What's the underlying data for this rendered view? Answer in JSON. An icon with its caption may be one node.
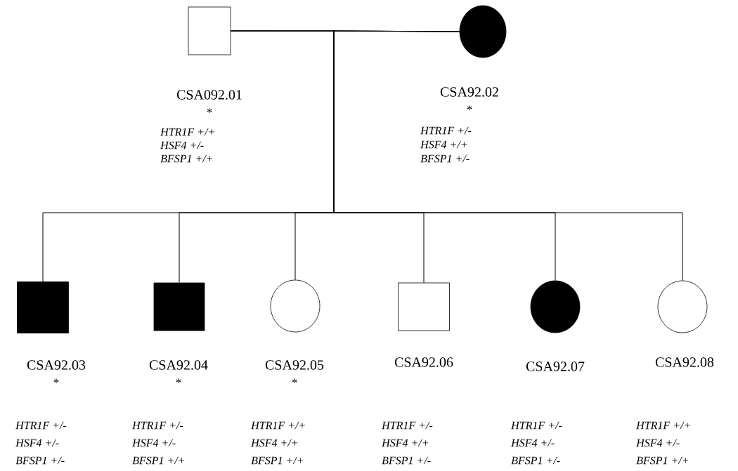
{
  "diagram": {
    "nodes": [
      {
        "text": [],
        "shape": "box",
        "beside": [
          "CSA092.01",
          "*",
          "HTR1F +/+",
          "HSF4 +/-",
          "BFSP1 +/+"
        ]
      },
      {
        "text": [],
        "shape": "circle",
        "beside": [
          "CSA92.02",
          "*",
          "HTR1F +/-",
          "HSF4 +/+",
          "BFSP1 +/-"
        ]
      },
      {
        "text": [],
        "shape": "box",
        "beside": [
          "CSA92.03",
          "*",
          "HTR1F +/-",
          "HSF4 +/-",
          "BFSP1 +/-"
        ]
      },
      {
        "text": [],
        "shape": "box",
        "beside": [
          "CSA92.04",
          "*",
          "HTR1F +/-",
          "HSF4 +/-",
          "BFSP1 +/+"
        ]
      },
      {
        "text": [],
        "shape": "circle",
        "beside": [
          "CSA92.05",
          "*",
          "HTR1F +/+",
          "HSF4 +/+",
          "BFSP1 +/+"
        ]
      },
      {
        "text": [],
        "shape": "box",
        "beside": [
          "CSA92.06",
          "HTR1F +/-",
          "HSF4 +/+",
          "BFSP1 +/-"
        ]
      },
      {
        "text": [],
        "shape": "circle",
        "beside": [
          "CSA92.07",
          "HTR1F +/-",
          "HSF4 +/-",
          "BFSP1 +/-"
        ]
      },
      {
        "text": [],
        "shape": "circle",
        "beside": [
          "CSA92.08",
          "HTR1F +/+",
          "HSF4 +/-",
          "BFSP1 +/+"
        ]
      }
    ],
    "edges": [
      {
        "from": 0,
        "to": 1,
        "arrow": "none"
      },
      {
        "from": 0,
        "to": 2,
        "arrow": "none"
      },
      {
        "from": 1,
        "to": 2,
        "arrow": "none"
      },
      {
        "from": 0,
        "to": 3,
        "arrow": "none"
      },
      {
        "from": 1,
        "to": 3,
        "arrow": "none"
      },
      {
        "from": 0,
        "to": 4,
        "arrow": "none"
      },
      {
        "from": 1,
        "to": 4,
        "arrow": "none"
      },
      {
        "from": 0,
        "to": 5,
        "arrow": "none"
      },
      {
        "from": 1,
        "to": 5,
        "arrow": "none"
      },
      {
        "from": 0,
        "to": 6,
        "arrow": "none"
      },
      {
        "from": 1,
        "to": 6,
        "arrow": "none"
      },
      {
        "from": 0,
        "to": 7,
        "arrow": "none"
      },
      {
        "from": 1,
        "to": 7,
        "arrow": "none"
      }
    ]
  }
}
